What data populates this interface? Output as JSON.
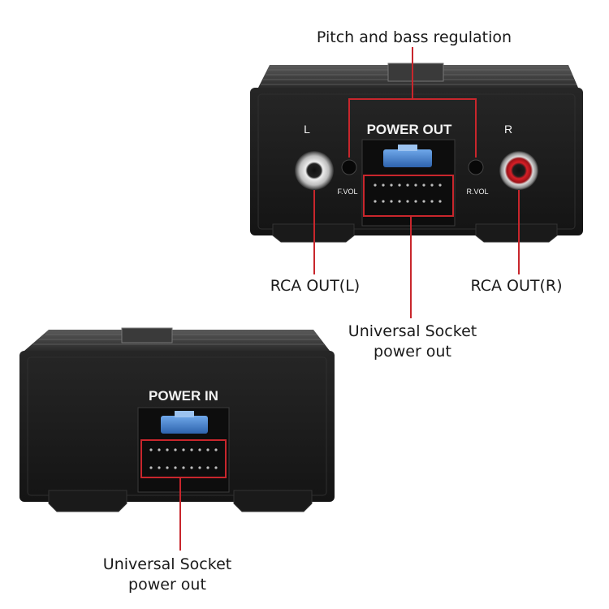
{
  "callouts": {
    "pitch_bass": "Pitch and bass regulation",
    "rca_left": "RCA OUT(L)",
    "rca_right": "RCA OUT(R)",
    "socket_top_line1": "Universal Socket",
    "socket_top_line2": "power out",
    "socket_bottom_line1": "Universal Socket",
    "socket_bottom_line2": "power out"
  },
  "device_top": {
    "panel_title": "POWER OUT",
    "left_channel": "L",
    "right_channel": "R",
    "front_vol": "F.VOL",
    "rear_vol": "R.VOL"
  },
  "device_bottom": {
    "panel_title": "POWER IN"
  },
  "colors": {
    "callout_line": "#c8262c",
    "housing": "#1c1c1c",
    "fuse": "#3f7fd0",
    "rca_red_ring": "#c0191f"
  }
}
